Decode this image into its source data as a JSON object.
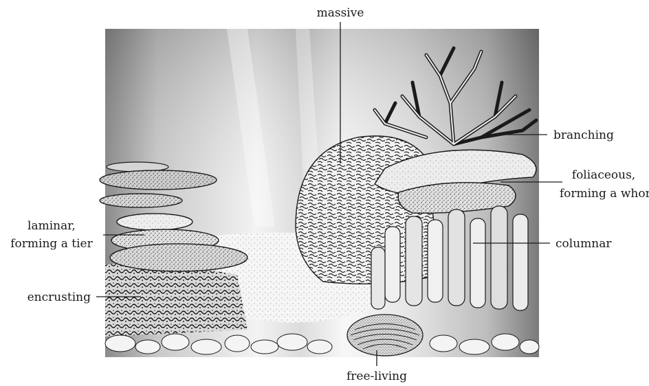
{
  "labels": {
    "massive": "massive",
    "branching": "branching",
    "foliaceous_line1": "foliaceous,",
    "foliaceous_line2": "forming a whorl",
    "laminar_line1": "laminar,",
    "laminar_line2": "forming a tier",
    "columnar": "columnar",
    "encrusting": "encrusting",
    "free_living": "free-living"
  },
  "colors": {
    "ink": "#1a1a1a",
    "paper": "#ffffff"
  }
}
